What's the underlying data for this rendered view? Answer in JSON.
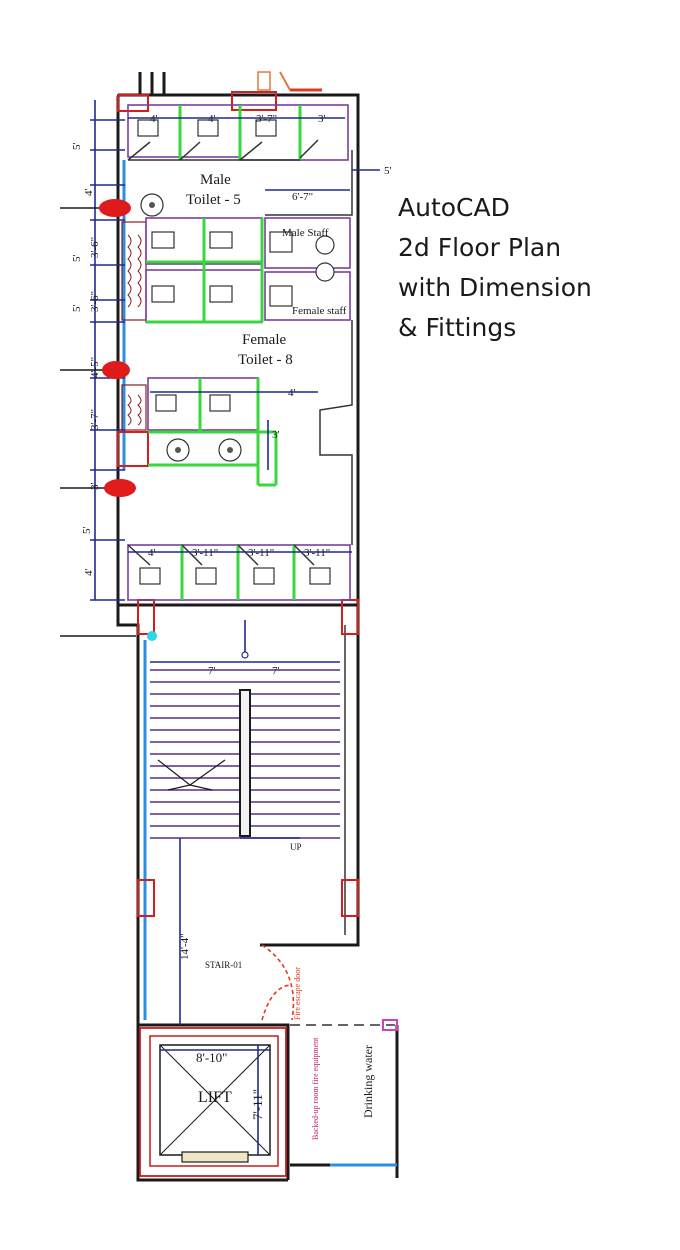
{
  "caption": {
    "line1": "AutoCAD",
    "line2": "2d Floor Plan",
    "line3": "with Dimension",
    "line4": "& Fittings"
  },
  "rooms": {
    "male_toilet_1": "Male",
    "male_toilet_2": "Toilet - 5",
    "male_staff": "Male Staff",
    "female_staff": "Female staff",
    "female_toilet_1": "Female",
    "female_toilet_2": "Toilet - 8",
    "stairs": "STAIR-01",
    "up": "UP",
    "lift": "LIFT",
    "drinking_water": "Drinking water",
    "fire_escape": "Fire escape door",
    "pump_room": "Backed-up room fire equipment"
  },
  "dimensions": {
    "top_cell_1": "4'",
    "top_cell_2": "4'",
    "top_cell_3": "3'-7\"",
    "top_cell_4": "3'",
    "right_5": "5'",
    "male_width": "6'-7\"",
    "left_5a": "5'",
    "left_4a": "4'",
    "left_5b": "5'",
    "left_3_6a": "3'-6\"",
    "left_5c": "5'",
    "left_3_6b": "3'-6\"",
    "left_4_5": "4'-5\"",
    "left_3_7": "3'-7\"",
    "left_3": "3'",
    "mid_4": "4'",
    "mid_3": "3'",
    "left_5d": "5'",
    "left_4b": "4'",
    "bot_cell_1": "4'",
    "bot_cell_2": "3'-11\"",
    "bot_cell_3": "3'-11\"",
    "bot_cell_4": "3'-11\"",
    "stair_left": "7'",
    "stair_right": "7'",
    "stair_length": "14'-4\"",
    "lift_width": "8'-10\"",
    "lift_depth": "7'-11\""
  },
  "colors": {
    "wall": "#1a1a1a",
    "dimension": "#1f2a8f",
    "partition": "#39d63c",
    "cubicle": "#7b3fa0",
    "accent_red": "#d21e1e",
    "water_line": "#2b8fe0"
  }
}
